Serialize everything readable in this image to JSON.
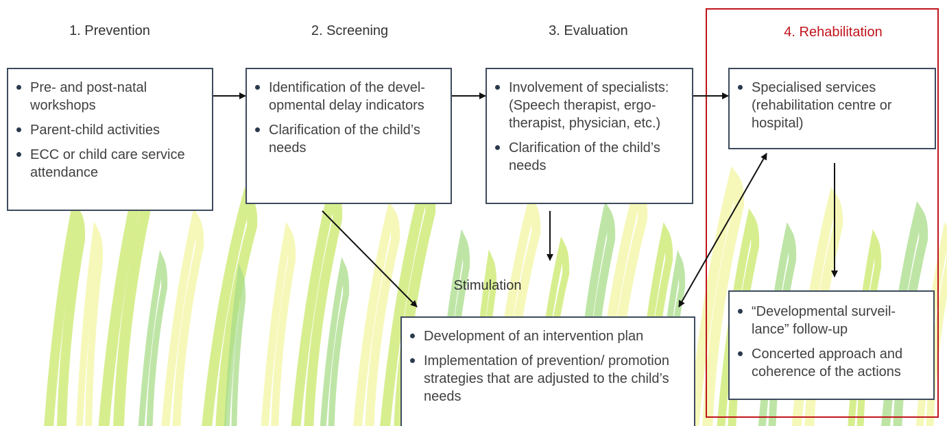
{
  "colors": {
    "box_border": "#3c4a5c",
    "highlight": "#c0141c",
    "text": "#404040",
    "background_strokes": [
      "#c9e86a",
      "#f2f5a0",
      "#a8dc88"
    ]
  },
  "stages": [
    {
      "title": "1. Prevention",
      "items": [
        "Pre- and post-natal\nworkshops",
        "Parent-child activities",
        "ECC or child care service\nattendance"
      ]
    },
    {
      "title": "2. Screening",
      "items": [
        "Identification of the devel-\nopmental delay indicators",
        "Clarification of the child’s\nneeds"
      ]
    },
    {
      "title": "3. Evaluation",
      "items": [
        "Involvement of specialists:\n(Speech therapist, ergo-\ntherapist, physician, etc.)",
        "Clarification of the child’s\nneeds"
      ]
    },
    {
      "title": "4. Rehabilitation",
      "highlighted": true,
      "items": [
        "Specialised services\n(rehabilitation centre or\nhospital)"
      ]
    }
  ],
  "stimulation": {
    "title": "Stimulation",
    "items": [
      "Development of an intervention plan",
      "Implementation of prevention/ promotion\nstrategies that are adjusted to the child’s\nneeds"
    ]
  },
  "surveillance": {
    "items": [
      "“Developmental surveil-\nlance” follow-up",
      "Concerted approach and\ncoherence of the actions"
    ]
  }
}
